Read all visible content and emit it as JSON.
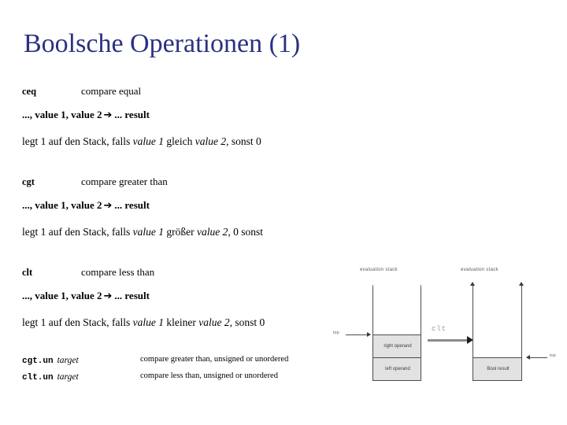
{
  "slide": {
    "title": "Boolsche Operationen (1)",
    "title_color": "#2b3180",
    "background": "#ffffff"
  },
  "operations": [
    {
      "mnemonic": "ceq",
      "description": "compare equal",
      "stack_before": "..., value 1, value 2",
      "arrow": "➔",
      "stack_after": "... result",
      "semantics_pre": "legt 1 auf den Stack, falls ",
      "italic_1": "value 1",
      "semantics_mid": " gleich ",
      "italic_2": "value 2",
      "semantics_post": ", sonst 0"
    },
    {
      "mnemonic": "cgt",
      "description": "compare greater than",
      "stack_before": "..., value 1, value 2",
      "arrow": "➔",
      "stack_after": "... result",
      "semantics_pre": "legt 1 auf den Stack, falls ",
      "italic_1": "value 1",
      "semantics_mid": " größer ",
      "italic_2": "value 2",
      "semantics_post": ", 0 sonst"
    },
    {
      "mnemonic": "clt",
      "description": "compare less than",
      "stack_before": "..., value 1, value 2",
      "arrow": "➔",
      "stack_after": "... result",
      "semantics_pre": "legt 1 auf den Stack, falls ",
      "italic_1": "value 1",
      "semantics_mid": " kleiner ",
      "italic_2": "value 2",
      "semantics_post": ", sonst 0"
    }
  ],
  "unsigned_rows": [
    {
      "mnemonic": "cgt.un",
      "operand": "target",
      "description": "compare greater than, unsigned or unordered"
    },
    {
      "mnemonic": "clt.un",
      "operand": "target",
      "description": "compare less than, unsigned or unordered"
    }
  ],
  "diagram": {
    "left_caption": "evaluation stack",
    "right_caption": "evaluation stack",
    "left_top_label": "top",
    "right_top_label": "top",
    "operation_label": "clt",
    "left_cells": [
      "right operand",
      "left operand"
    ],
    "right_cells": [
      "Bool result"
    ],
    "fill_color": "#e2e2e2",
    "line_color": "#4c4c4e"
  }
}
